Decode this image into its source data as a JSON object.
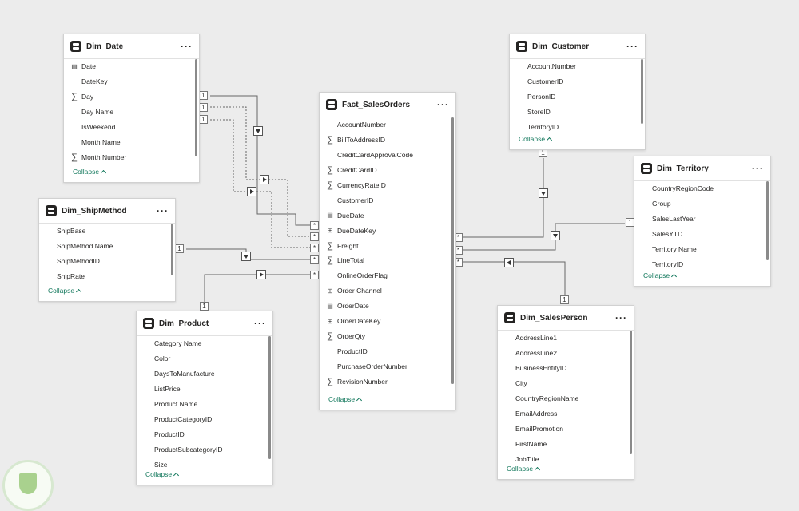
{
  "tables": {
    "dim_date": {
      "title": "Dim_Date",
      "more": "···",
      "collapse": "Collapse",
      "fields": [
        {
          "icon": "calendar",
          "label": "Date"
        },
        {
          "icon": "none",
          "label": "DateKey"
        },
        {
          "icon": "sigma",
          "label": "Day"
        },
        {
          "icon": "none",
          "label": "Day Name"
        },
        {
          "icon": "none",
          "label": "IsWeekend"
        },
        {
          "icon": "none",
          "label": "Month Name"
        },
        {
          "icon": "sigma",
          "label": "Month Number"
        }
      ]
    },
    "dim_shipmethod": {
      "title": "Dim_ShipMethod",
      "more": "···",
      "collapse": "Collapse",
      "fields": [
        {
          "icon": "none",
          "label": "ShipBase"
        },
        {
          "icon": "none",
          "label": "ShipMethod Name"
        },
        {
          "icon": "none",
          "label": "ShipMethodID"
        },
        {
          "icon": "none",
          "label": "ShipRate"
        }
      ]
    },
    "dim_product": {
      "title": "Dim_Product",
      "more": "···",
      "collapse": "Collapse",
      "fields": [
        {
          "icon": "none",
          "label": "Category Name"
        },
        {
          "icon": "none",
          "label": "Color"
        },
        {
          "icon": "none",
          "label": "DaysToManufacture"
        },
        {
          "icon": "none",
          "label": "ListPrice"
        },
        {
          "icon": "none",
          "label": "Product Name"
        },
        {
          "icon": "none",
          "label": "ProductCategoryID"
        },
        {
          "icon": "none",
          "label": "ProductID"
        },
        {
          "icon": "none",
          "label": "ProductSubcategoryID"
        },
        {
          "icon": "none",
          "label": "Size"
        }
      ]
    },
    "fact_salesorders": {
      "title": "Fact_SalesOrders",
      "more": "···",
      "collapse": "Collapse",
      "fields": [
        {
          "icon": "none",
          "label": "AccountNumber"
        },
        {
          "icon": "sigma",
          "label": "BillToAddressID"
        },
        {
          "icon": "none",
          "label": "CreditCardApprovalCode"
        },
        {
          "icon": "sigma",
          "label": "CreditCardID"
        },
        {
          "icon": "sigma",
          "label": "CurrencyRateID"
        },
        {
          "icon": "none",
          "label": "CustomerID"
        },
        {
          "icon": "calendar",
          "label": "DueDate"
        },
        {
          "icon": "hierarchy",
          "label": "DueDateKey"
        },
        {
          "icon": "sigma",
          "label": "Freight"
        },
        {
          "icon": "sigma",
          "label": "LineTotal"
        },
        {
          "icon": "none",
          "label": "OnlineOrderFlag"
        },
        {
          "icon": "hierarchy",
          "label": "Order Channel"
        },
        {
          "icon": "calendar",
          "label": "OrderDate"
        },
        {
          "icon": "hierarchy",
          "label": "OrderDateKey"
        },
        {
          "icon": "sigma",
          "label": "OrderQty"
        },
        {
          "icon": "none",
          "label": "ProductID"
        },
        {
          "icon": "none",
          "label": "PurchaseOrderNumber"
        },
        {
          "icon": "sigma",
          "label": "RevisionNumber"
        }
      ]
    },
    "dim_customer": {
      "title": "Dim_Customer",
      "more": "···",
      "collapse": "Collapse",
      "fields": [
        {
          "icon": "none",
          "label": "AccountNumber"
        },
        {
          "icon": "none",
          "label": "CustomerID"
        },
        {
          "icon": "none",
          "label": "PersonID"
        },
        {
          "icon": "none",
          "label": "StoreID"
        },
        {
          "icon": "none",
          "label": "TerritoryID"
        }
      ]
    },
    "dim_territory": {
      "title": "Dim_Territory",
      "more": "···",
      "collapse": "Collapse",
      "fields": [
        {
          "icon": "none",
          "label": "CountryRegionCode"
        },
        {
          "icon": "none",
          "label": "Group"
        },
        {
          "icon": "none",
          "label": "SalesLastYear"
        },
        {
          "icon": "none",
          "label": "SalesYTD"
        },
        {
          "icon": "none",
          "label": "Territory Name"
        },
        {
          "icon": "none",
          "label": "TerritoryID"
        }
      ]
    },
    "dim_salesperson": {
      "title": "Dim_SalesPerson",
      "more": "···",
      "collapse": "Collapse",
      "fields": [
        {
          "icon": "none",
          "label": "AddressLine1"
        },
        {
          "icon": "none",
          "label": "AddressLine2"
        },
        {
          "icon": "none",
          "label": "BusinessEntityID"
        },
        {
          "icon": "none",
          "label": "City"
        },
        {
          "icon": "none",
          "label": "CountryRegionName"
        },
        {
          "icon": "none",
          "label": "EmailAddress"
        },
        {
          "icon": "none",
          "label": "EmailPromotion"
        },
        {
          "icon": "none",
          "label": "FirstName"
        },
        {
          "icon": "none",
          "label": "JobTitle"
        }
      ]
    }
  },
  "relationships": {
    "one_label": "1",
    "many_label": "*"
  },
  "colors": {
    "canvas": "#ececec",
    "line": "#666666",
    "collapse_link": "#11775b"
  }
}
